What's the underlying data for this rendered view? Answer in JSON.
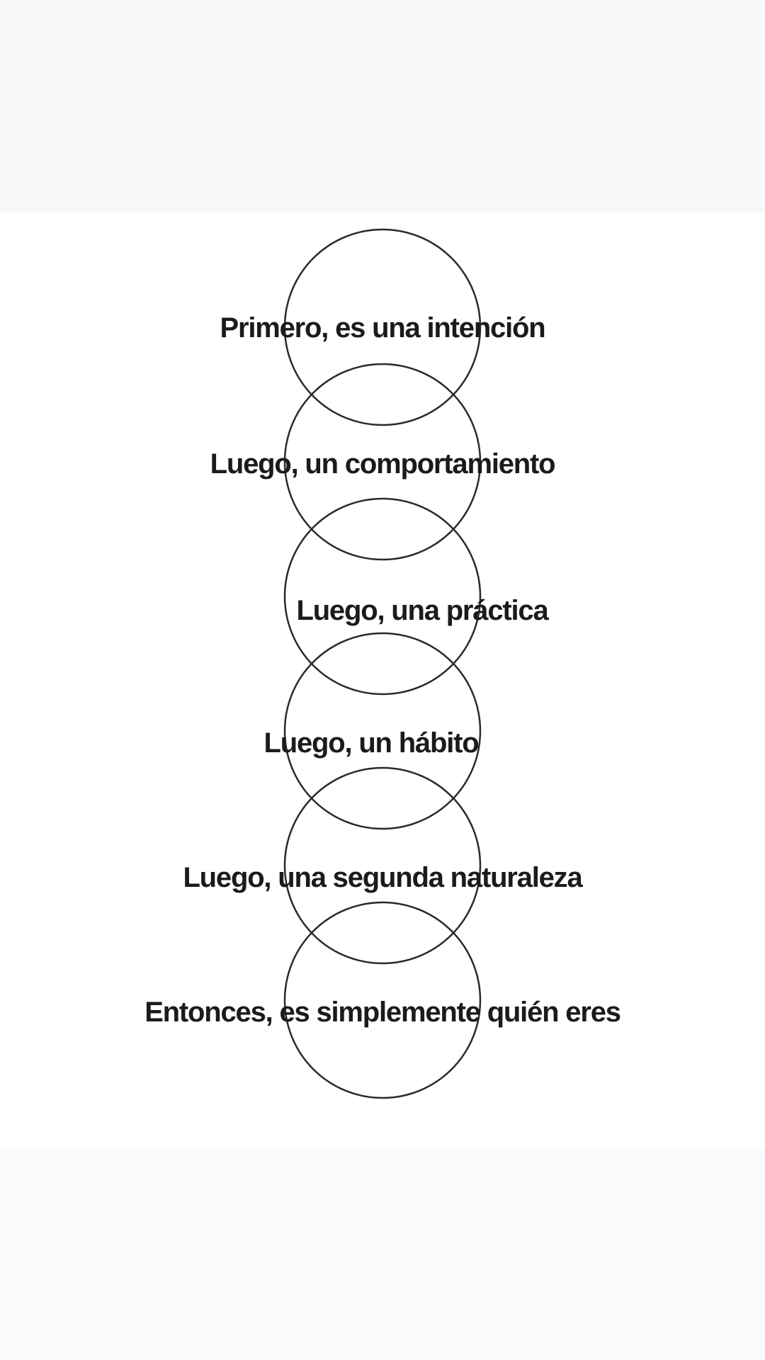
{
  "diagram": {
    "steps": [
      {
        "label": "Primero, es una intención"
      },
      {
        "label": "Luego, un comportamiento"
      },
      {
        "label": "Luego, una práctica"
      },
      {
        "label": "Luego, un hábito"
      },
      {
        "label": "Luego, una segunda naturaleza"
      },
      {
        "label": "Entonces, es simplemente quién eres"
      }
    ],
    "colors": {
      "ring_stroke": "#2a2a2a",
      "text": "#1b1b1b",
      "background": "#ffffff"
    }
  }
}
